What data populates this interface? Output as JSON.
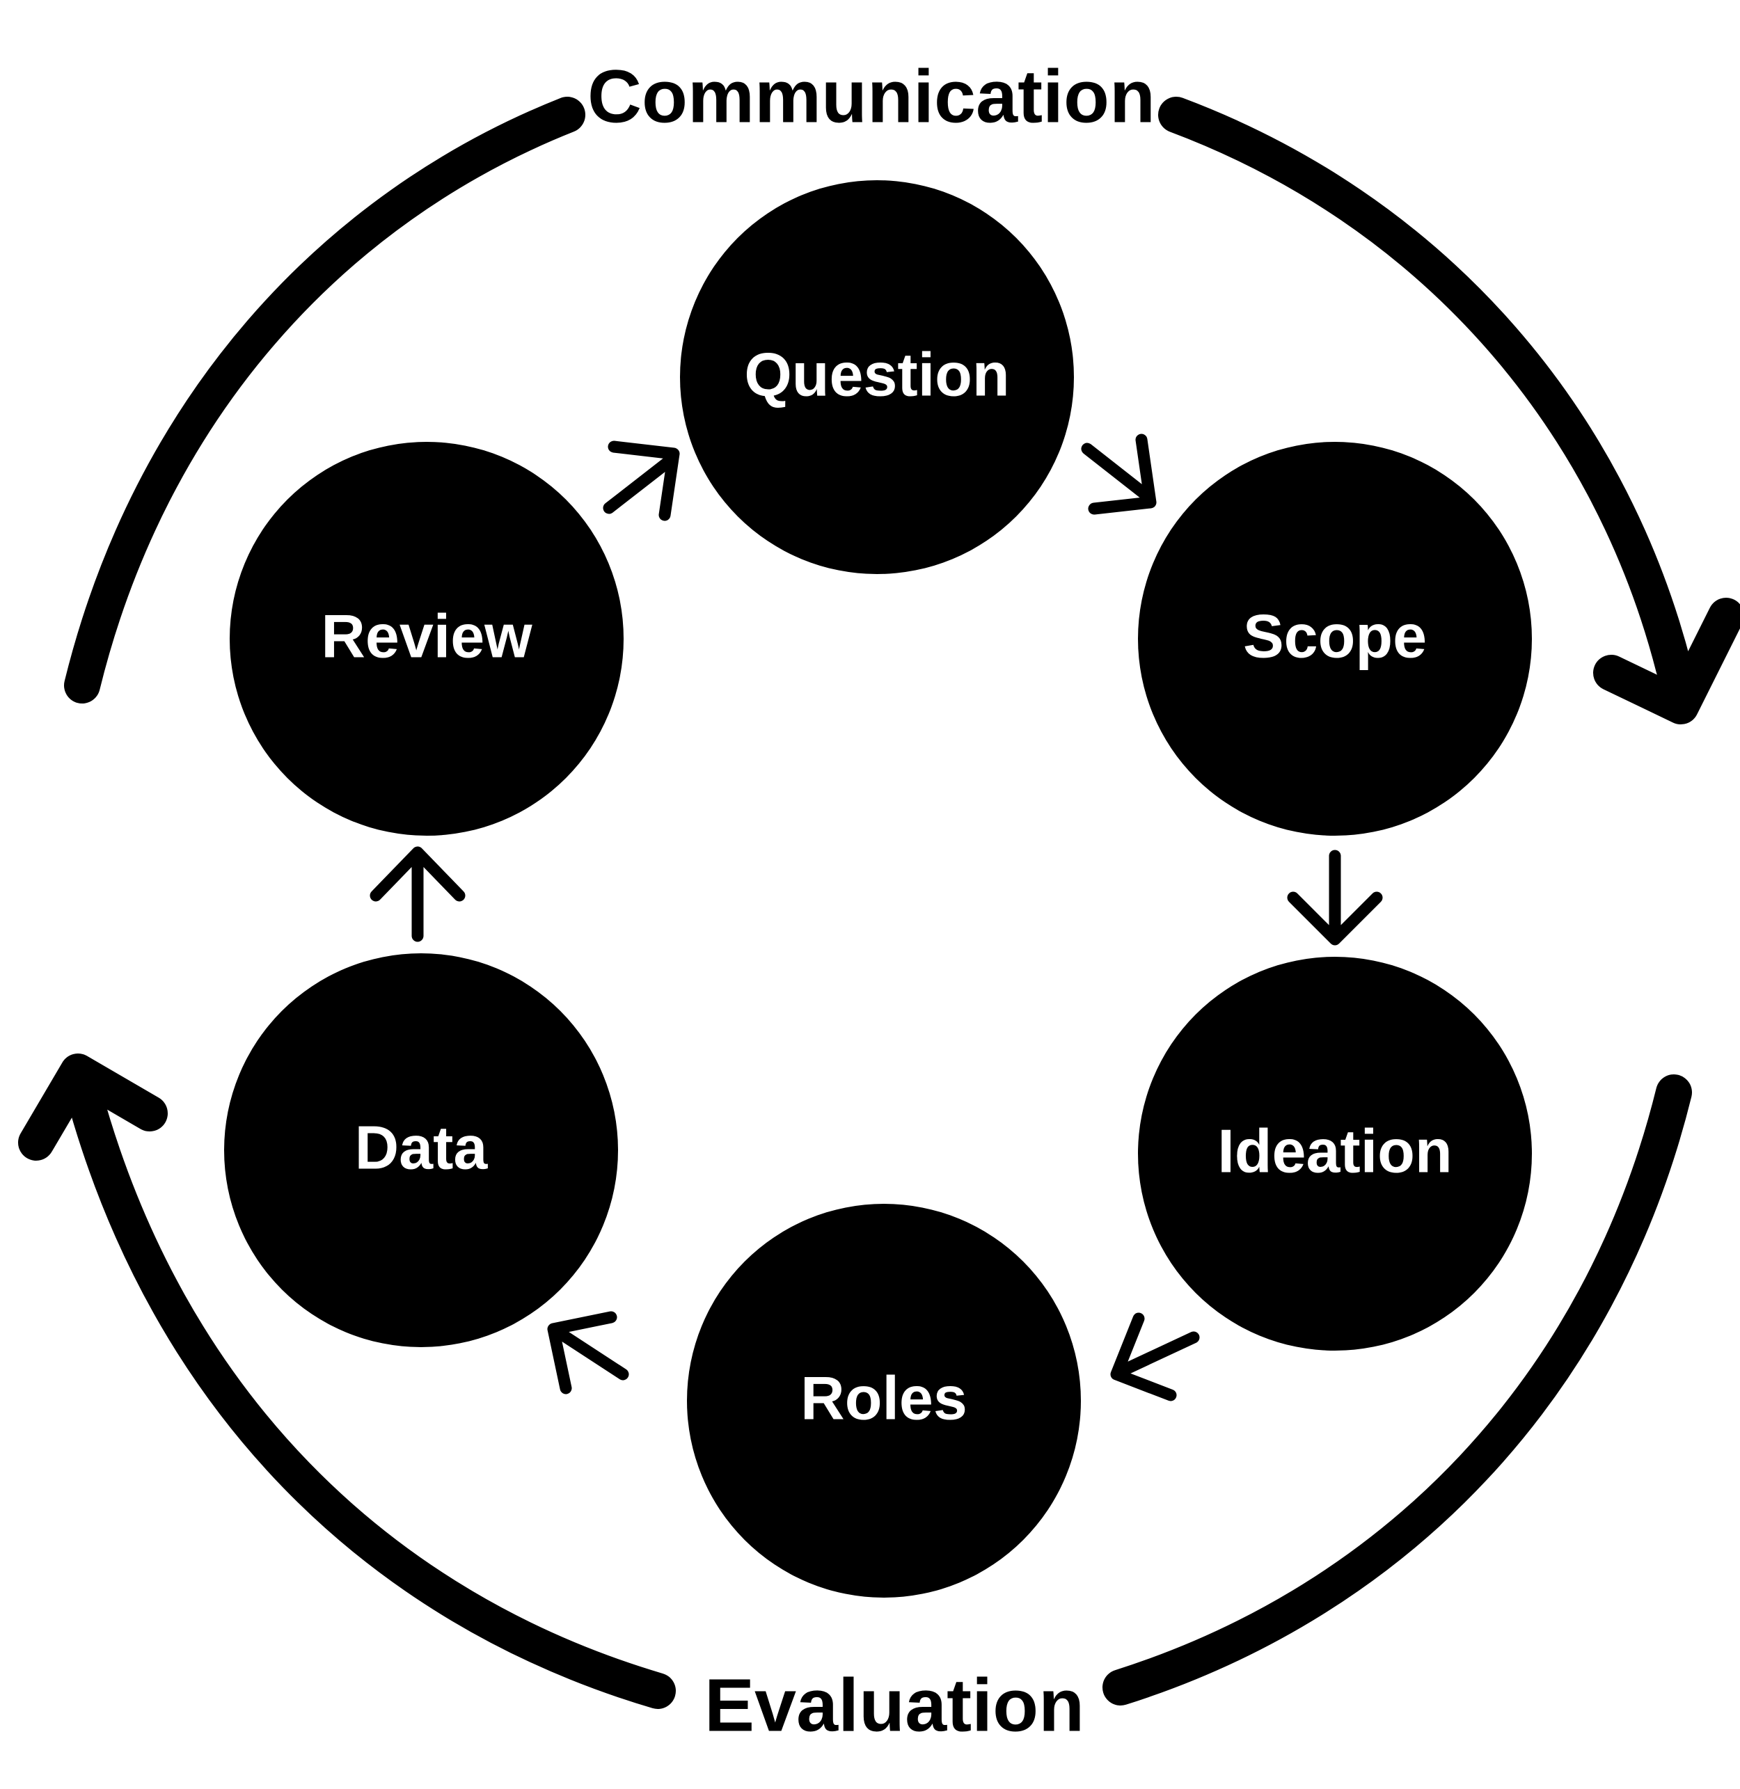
{
  "colors": {
    "fill": "#000000",
    "text": "#ffffff",
    "background": "#ffffff"
  },
  "outer": {
    "top_label": "Communication",
    "bottom_label": "Evaluation"
  },
  "nodes": [
    {
      "label": "Question"
    },
    {
      "label": "Scope"
    },
    {
      "label": "Ideation"
    },
    {
      "label": "Roles"
    },
    {
      "label": "Data"
    },
    {
      "label": "Review"
    }
  ]
}
